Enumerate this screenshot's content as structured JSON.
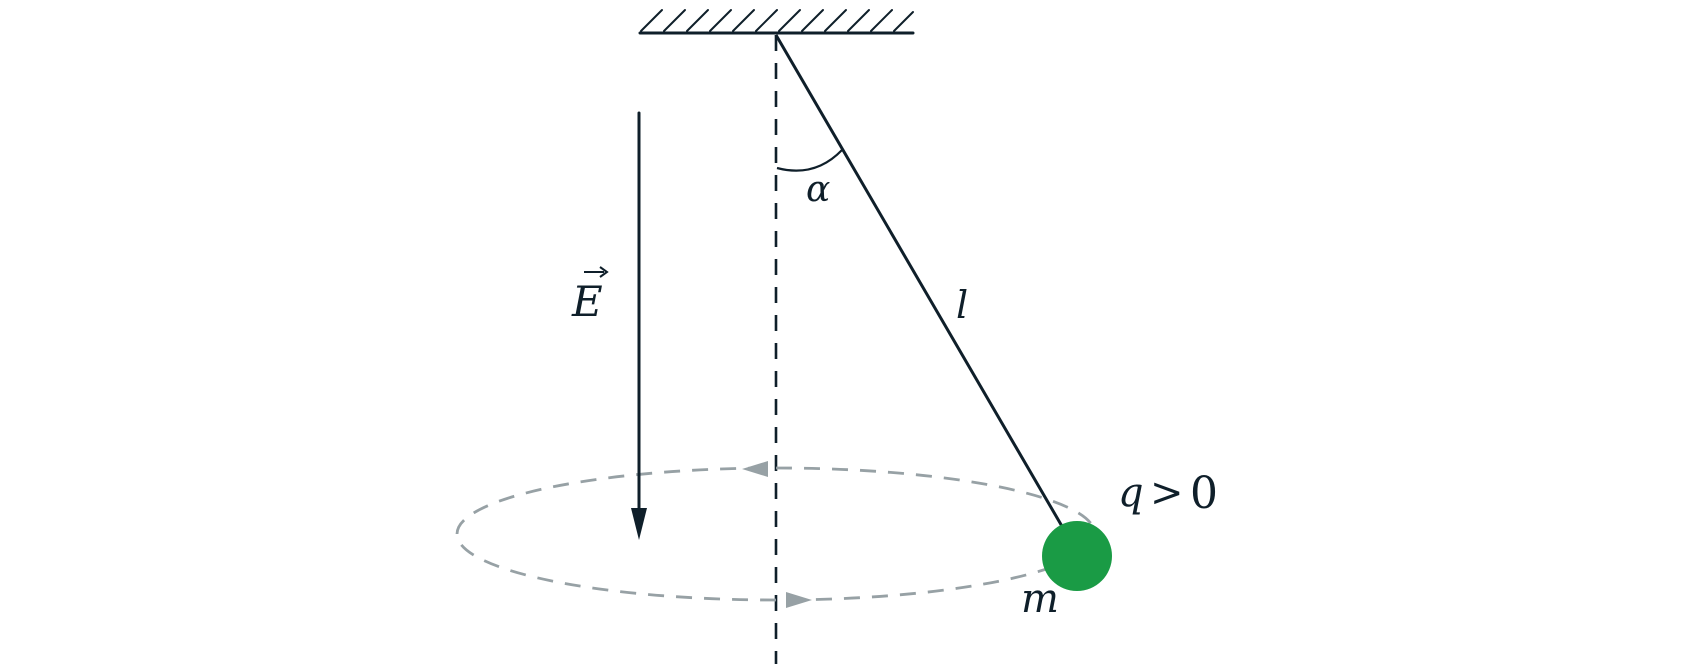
{
  "labels": {
    "angle": "α",
    "length": "l",
    "mass": "m",
    "field_symbol": "E",
    "charge_symbol": "q",
    "charge_relation": ">",
    "charge_value": "0"
  },
  "colors": {
    "ink": "#0f1f2a",
    "bob": "#1a9b45",
    "orbit": "#97a1a5"
  },
  "icons": {
    "field_arrow": "vector-arrow-icon",
    "bob": "charged-ball-icon",
    "ceiling": "hatched-support-icon"
  }
}
